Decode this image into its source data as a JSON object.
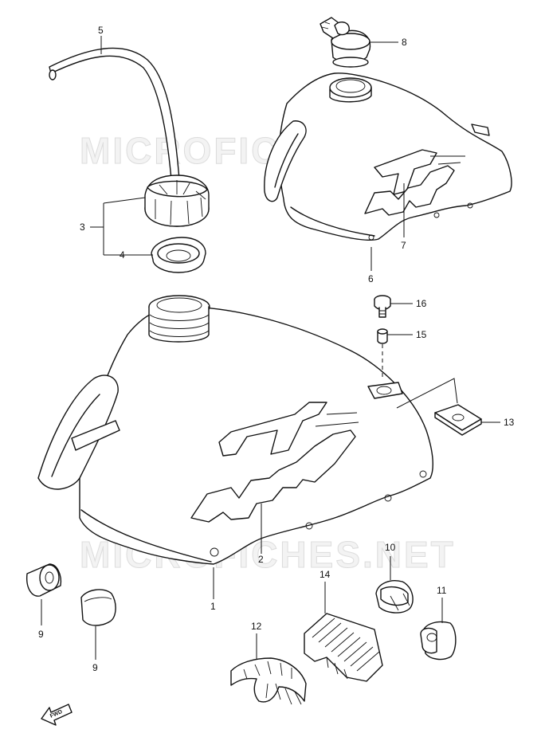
{
  "watermark": {
    "top": "MICROFICHES.NET",
    "bottom": "MICROFICHES.NET"
  },
  "fwd_label": "FWD",
  "callouts": {
    "c1": "1",
    "c2": "2",
    "c3": "3",
    "c4": "4",
    "c5": "5",
    "c6": "6",
    "c7": "7",
    "c8": "8",
    "c9a": "9",
    "c9b": "9",
    "c10": "10",
    "c11": "11",
    "c12": "12",
    "c13": "13",
    "c14": "14",
    "c15": "15",
    "c16": "16"
  }
}
